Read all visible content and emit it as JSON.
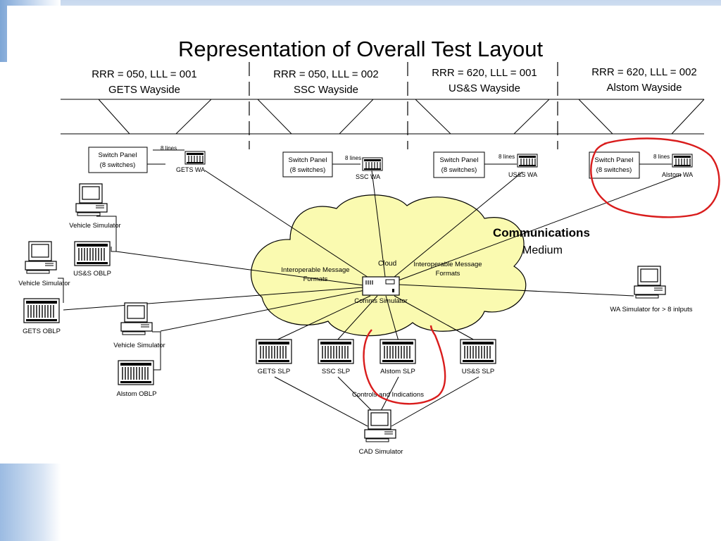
{
  "title": "Representation of Overall Test Layout",
  "waysides": [
    {
      "line1": "RRR = 050, LLL = 001",
      "line2": "GETS Wayside"
    },
    {
      "line1": "RRR = 050, LLL = 002",
      "line2": "SSC Wayside"
    },
    {
      "line1": "RRR = 620, LLL = 001",
      "line2": "US&S Wayside"
    },
    {
      "line1": "RRR = 620, LLL = 002",
      "line2": "Alstom Wayside"
    }
  ],
  "switch_panel": {
    "line1": "Switch Panel",
    "line2": "(8 switches)",
    "lines_label": "8 lines"
  },
  "wa_labels": [
    "GETS WA",
    "SSC WA",
    "US&S WA",
    "Alstom WA"
  ],
  "cloud": {
    "medium_line1": "Communications",
    "medium_line2": "Medium",
    "cloud_label": "Cloud",
    "left_msg_line1": "Interoperable Message",
    "left_msg_line2": "Formats",
    "right_msg_line1": "Interoperable Message",
    "right_msg_line2": "Formats",
    "comms": "Comms Simulator"
  },
  "left_nodes": {
    "vehicle_sim": "Vehicle Simulator",
    "uss_oblp": "US&S OBLP",
    "gets_oblp": "GETS OBLP",
    "alstom_oblp": "Alstom OBLP"
  },
  "right_node": "WA Simulator for > 8 inlputs",
  "slps": [
    "GETS SLP",
    "SSC SLP",
    "Alstom SLP",
    "US&S SLP"
  ],
  "controls": "Controls and Indications",
  "cad": "CAD Simulator",
  "colors": {
    "cloud": "#fafab0",
    "highlight": "#d91c1c"
  }
}
